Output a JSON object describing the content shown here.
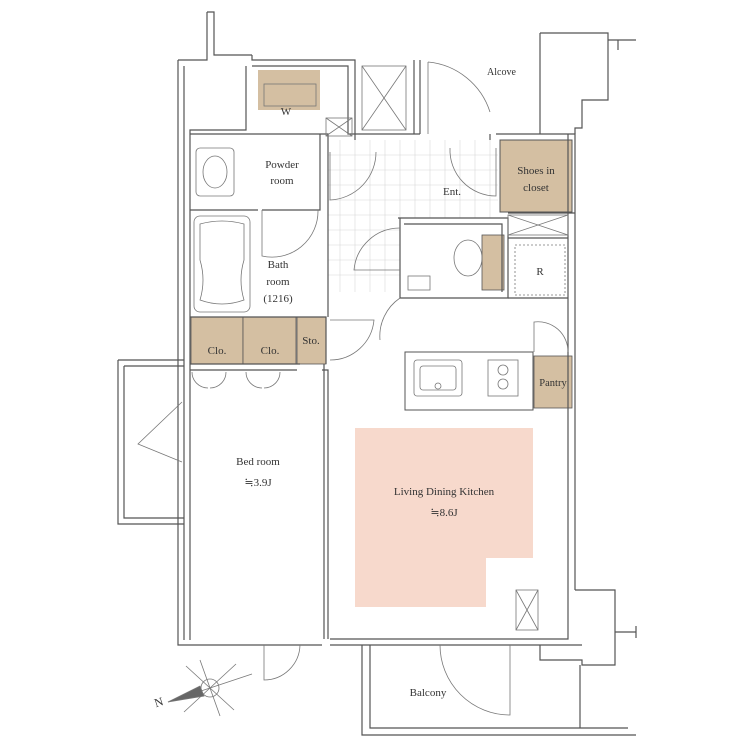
{
  "labels": {
    "alcove": "Alcove",
    "washer": "W",
    "powder_room": [
      "Powder",
      "room"
    ],
    "entrance": "Ent.",
    "shoes_closet": [
      "Shoes in",
      "closet"
    ],
    "bath_room": [
      "Bath",
      "room",
      "(1216)"
    ],
    "refrigerator": "R",
    "closet_1": "Clo.",
    "closet_2": "Clo.",
    "storage": "Sto.",
    "pantry": "Pantry",
    "bedroom": [
      "Bed room",
      "≒3.9J"
    ],
    "ldk": [
      "Living Dining Kitchen",
      "≒8.6J"
    ],
    "balcony": "Balcony",
    "north": "N"
  },
  "colors": {
    "wall": "#555555",
    "storage_fill": "#d4bfa2",
    "ldk_fill": "#f7d9cc",
    "tile_grid": "#d8d8d8",
    "counter_fill": "#ffffff"
  }
}
